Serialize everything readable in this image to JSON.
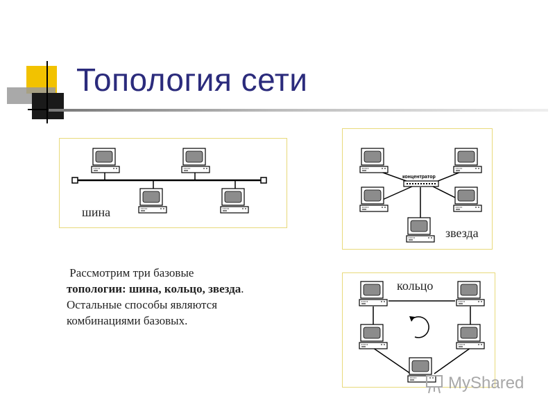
{
  "slide": {
    "title": "Топология сети",
    "description": {
      "line1": "Рассмотрим три базовые",
      "line2_bold": "топологии: шина, кольцо, звезда",
      "line2_end": ".",
      "line3": "Остальные способы являются",
      "line4": "комбинациями базовых."
    }
  },
  "diagrams": {
    "bus": {
      "label": "шина"
    },
    "star": {
      "label": "звезда",
      "hub_label": "концентратор"
    },
    "ring": {
      "label": "кольцо"
    }
  },
  "watermark": {
    "text": "MyShared"
  },
  "colors": {
    "title": "#2b2b7c",
    "accent_yellow": "#f2c200",
    "panel_border": "#e8d97a"
  }
}
